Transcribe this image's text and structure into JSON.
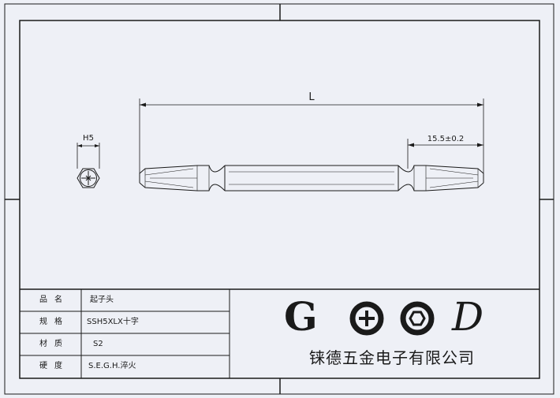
{
  "dimensions": {
    "length_label": "L",
    "tip_label": "15.5±0.2",
    "hex_label": "H5"
  },
  "title_block": {
    "rows": [
      {
        "label": "品名",
        "value": "起子头"
      },
      {
        "label": "规格",
        "value": "SSH5XLX十字"
      },
      {
        "label": "材质",
        "value": "S2"
      },
      {
        "label": "硬度",
        "value": "S.E.G.H.淬火"
      }
    ]
  },
  "logo": {
    "letter_g": "G",
    "letter_d": "D",
    "company": "铼德五金电子有限公司"
  },
  "colors": {
    "background": "#eef0f6",
    "line": "#1a1a1a"
  }
}
